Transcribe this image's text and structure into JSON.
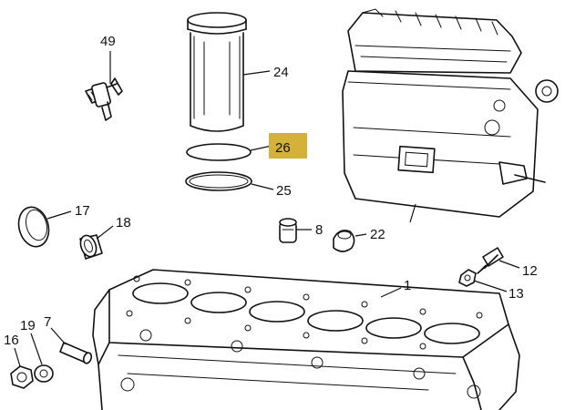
{
  "diagram": {
    "highlight_color": "#d4b23a",
    "callouts": [
      {
        "id": "49",
        "label": "49"
      },
      {
        "id": "24",
        "label": "24"
      },
      {
        "id": "26",
        "label": "26",
        "highlighted": true
      },
      {
        "id": "25",
        "label": "25"
      },
      {
        "id": "17",
        "label": "17"
      },
      {
        "id": "18",
        "label": "18"
      },
      {
        "id": "8",
        "label": "8"
      },
      {
        "id": "22",
        "label": "22"
      },
      {
        "id": "12",
        "label": "12"
      },
      {
        "id": "13",
        "label": "13"
      },
      {
        "id": "1",
        "label": "1"
      },
      {
        "id": "19",
        "label": "19"
      },
      {
        "id": "7",
        "label": "7"
      },
      {
        "id": "16",
        "label": "16"
      }
    ]
  }
}
